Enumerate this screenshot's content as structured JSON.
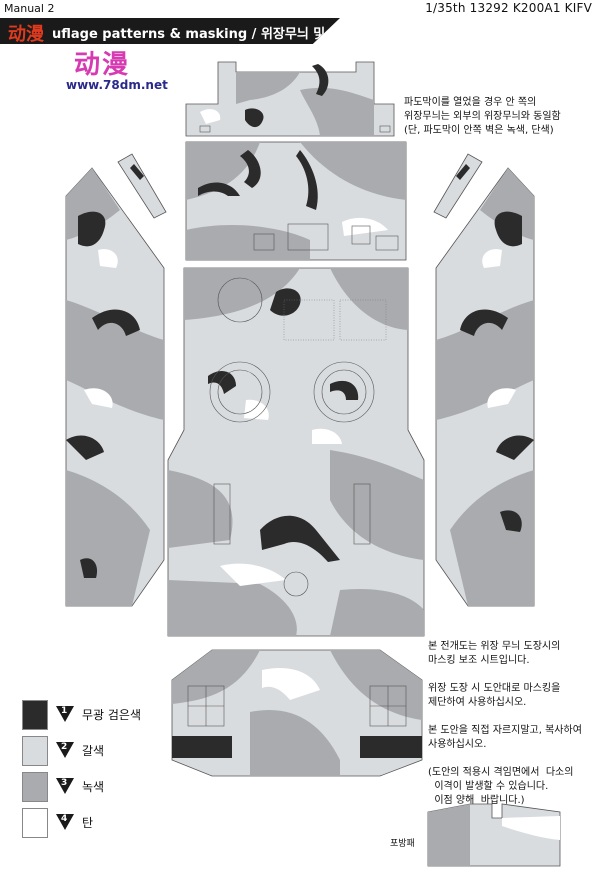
{
  "header": {
    "manual_label": "Manual 2",
    "model_title": "1/35th 13292 K200A1 KIFV",
    "section_title": "uflage patterns & masking / 위장무늬 및 마스킹"
  },
  "watermark": {
    "logo_text": "动漫",
    "brand_text": "动漫",
    "url": "www.78dm.net"
  },
  "notes": {
    "hatch_note": "파도막이를 열었을 경우 안 쪽의\n위장무늬는 외부의 위장무늬와 동일함\n(단, 파도막이 안쪽 벽은 녹색, 단색)",
    "masking_note": "본 전개도는 위장 무늬 도장시의\n마스킹 보조 시트입니다.\n\n위장 도장 시 도안대로 마스킹을\n제단하여 사용하십시오.\n\n본 도안을 직접 자르지말고, 복사하여\n사용하십시오.\n\n(도안의 적용시 격임면에서  다소의\n  이격이 발생할 수 있습니다.\n  이점 양해  바랍니다.)",
    "gun_shield_label": "포방패"
  },
  "legend": [
    {
      "number": "1",
      "label": "무광 검은색",
      "color": "#2b2b2b"
    },
    {
      "number": "2",
      "label": "갈색",
      "color": "#d9dcdf"
    },
    {
      "number": "3",
      "label": "녹색",
      "color": "#a9abae"
    },
    {
      "number": "4",
      "label": "탄",
      "color": "#ffffff"
    }
  ],
  "colors": {
    "black": "#2b2b2b",
    "light_gray": "#d9dcdf",
    "mid_gray": "#a9abae",
    "white": "#ffffff",
    "outline": "#555555"
  }
}
